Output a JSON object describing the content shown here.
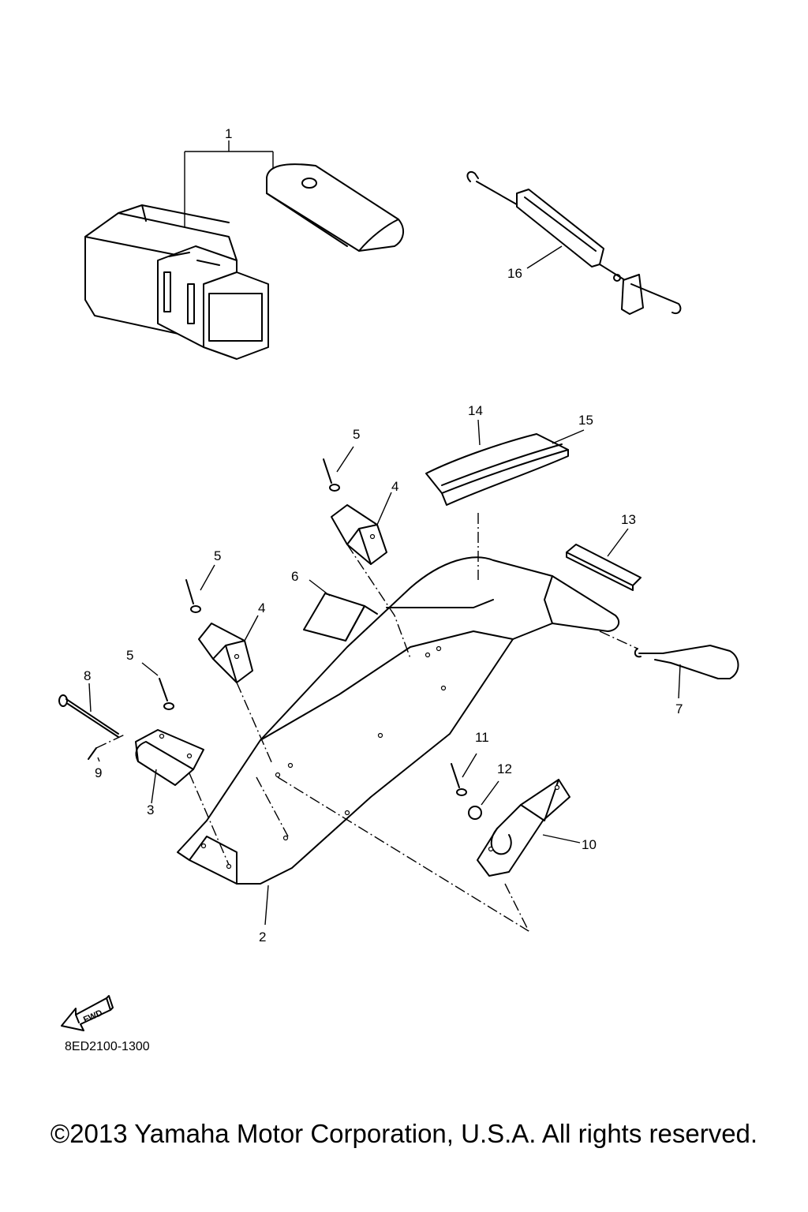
{
  "diagram": {
    "callouts": [
      {
        "id": "1",
        "label": "1"
      },
      {
        "id": "2",
        "label": "2"
      },
      {
        "id": "3",
        "label": "3"
      },
      {
        "id": "4a",
        "label": "4"
      },
      {
        "id": "4b",
        "label": "4"
      },
      {
        "id": "5a",
        "label": "5"
      },
      {
        "id": "5b",
        "label": "5"
      },
      {
        "id": "5c",
        "label": "5"
      },
      {
        "id": "6",
        "label": "6"
      },
      {
        "id": "7",
        "label": "7"
      },
      {
        "id": "8",
        "label": "8"
      },
      {
        "id": "9",
        "label": "9"
      },
      {
        "id": "10",
        "label": "10"
      },
      {
        "id": "11",
        "label": "11"
      },
      {
        "id": "12",
        "label": "12"
      },
      {
        "id": "13",
        "label": "13"
      },
      {
        "id": "14",
        "label": "14"
      },
      {
        "id": "15",
        "label": "15"
      },
      {
        "id": "16",
        "label": "16"
      }
    ],
    "fwd_label": "FWD",
    "code": "8ED2100-1300"
  },
  "footer": {
    "copyright": "©2013 Yamaha Motor Corporation, U.S.A. All rights reserved."
  },
  "icons": {
    "fwd": "fwd-arrow-icon"
  }
}
